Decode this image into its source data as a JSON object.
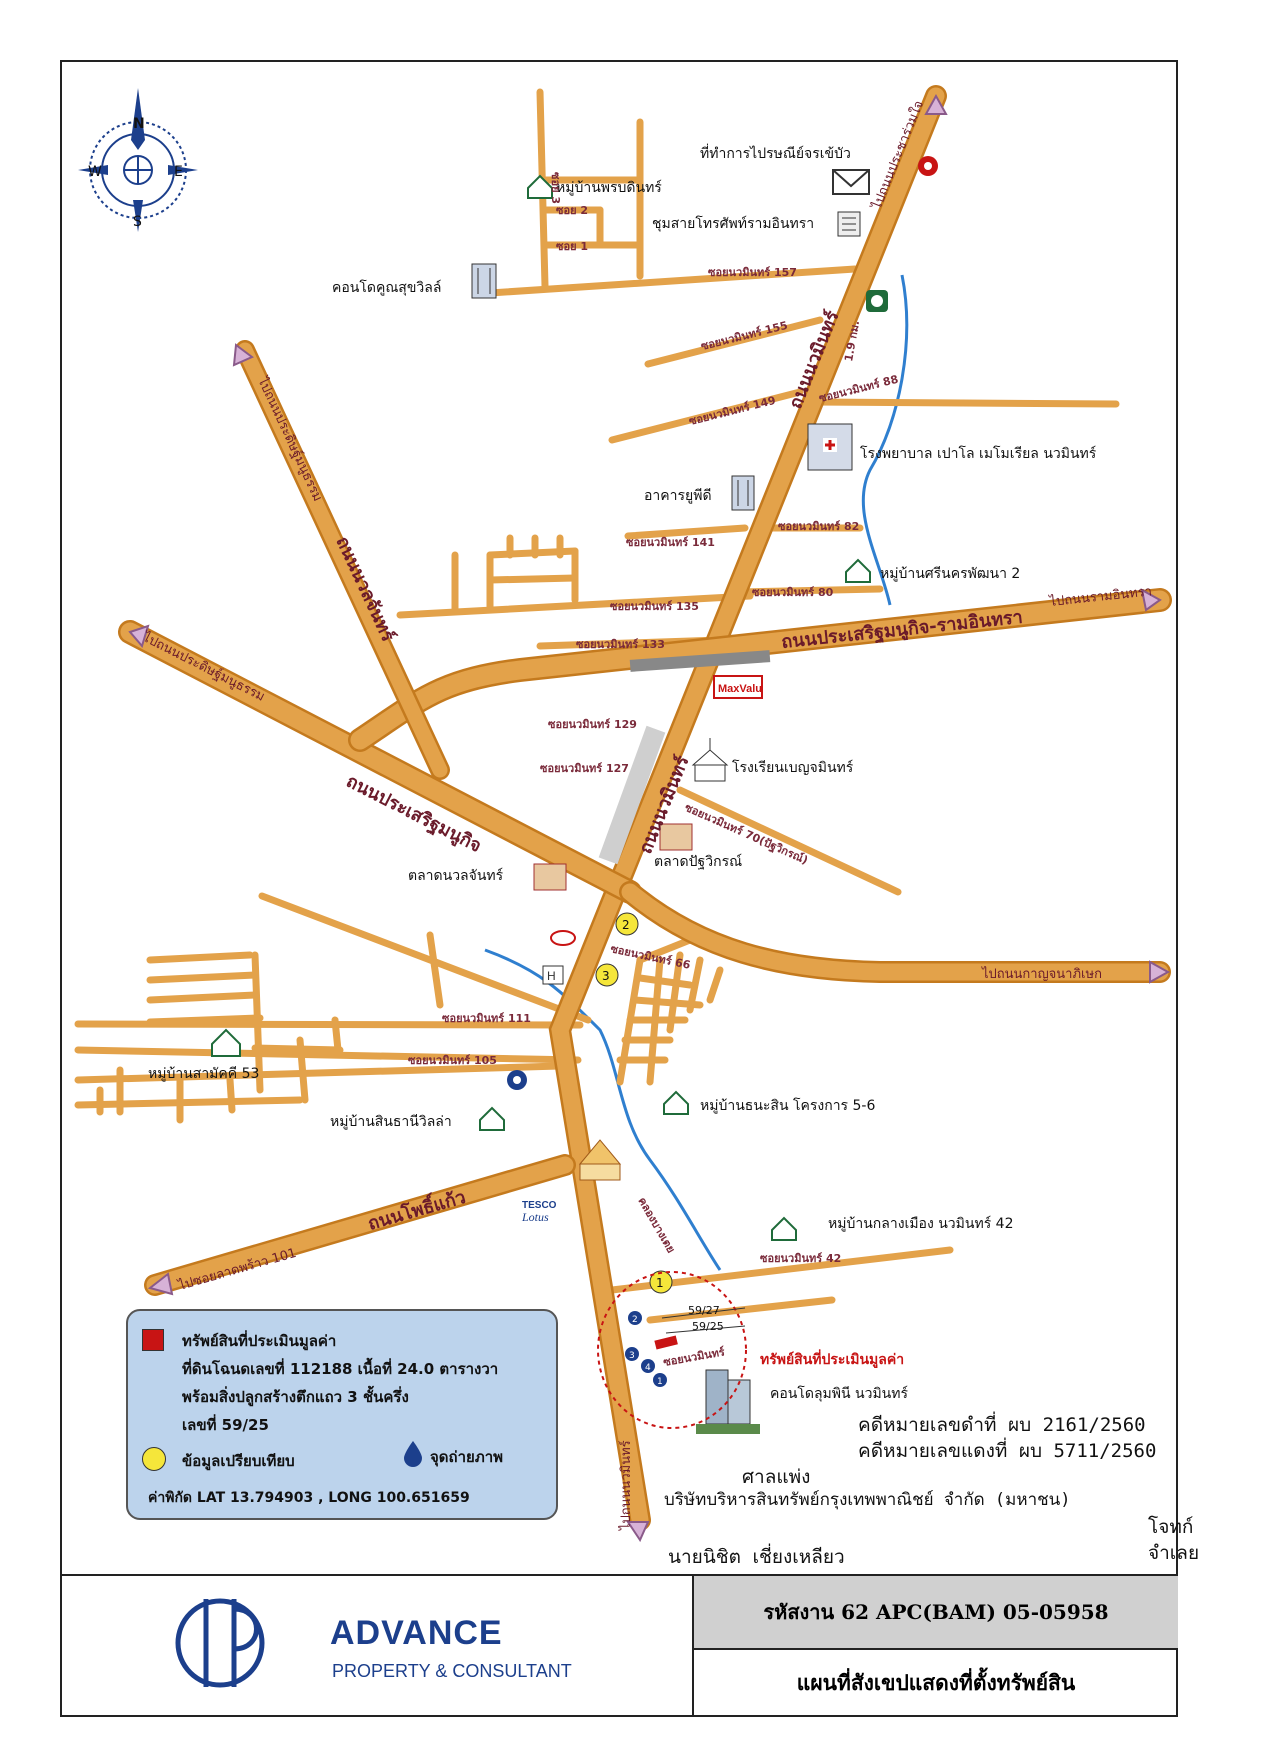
{
  "compass": {
    "n": "N",
    "s": "S",
    "e": "E",
    "w": "W"
  },
  "main_roads": {
    "nawamin": "ถนนนวมินทร์",
    "prasert": "ถนนประเสริฐมนูกิจ",
    "prasert_ramintra": "ถนนประเสริฐมนูกิจ-รามอินทรา",
    "nuanchan": "ถนนนวลจันทร์",
    "phokaeo": "ถนนโพธิ์แก้ว"
  },
  "directions": {
    "to_pracharuam": "ไปถนนประชาร่วมใจ",
    "to_pracha_uthit": "ไปถนนประดิษฐ์มนูธรรม",
    "to_pracha_uthit_left": "ไปถนนประดิษฐ์มนูธรรม",
    "to_ramintra": "ไปถนนรามอินทรา",
    "to_kanchanaphisek": "ไปถนนกาญจนาภิเษก",
    "to_ladprao": "ไปซอยลาดพร้าว 101",
    "to_south": "ไปถนนนวมินทร์"
  },
  "sois": {
    "s157": "ซอยนวมินทร์ 157",
    "s155": "ซอยนวมินทร์ 155",
    "s149": "ซอยนวมินทร์ 149",
    "s88": "ซอยนวมินทร์ 88",
    "s141": "ซอยนวมินทร์ 141",
    "s82": "ซอยนวมินทร์ 82",
    "s135": "ซอยนวมินทร์ 135",
    "s80": "ซอยนวมินทร์ 80",
    "s133": "ซอยนวมินทร์ 133",
    "s129": "ซอยนวมินทร์ 129",
    "s127": "ซอยนวมินทร์ 127",
    "s70": "ซอยนวมินทร์ 70(ปัฐวิกรณ์)",
    "s66": "ซอยนวมินทร์ 66",
    "s111": "ซอยนวมินทร์ 111",
    "s105": "ซอยนวมินทร์ 105",
    "s42": "ซอยนวมินทร์ 42",
    "subject_soi": "ซอยนวมินทร์",
    "soi3": "ซอย 3",
    "soi2": "ซอย 2",
    "soi1": "ซอย 1",
    "km": "1.9 กม."
  },
  "places": {
    "post_office": "ที่ทำการไปรษณีย์จรเข้บัว",
    "village_pornbadin": "หมู่บ้านพรบดินทร์",
    "phone_exchange": "ชุมสายโทรศัพท์รามอินทรา",
    "condo_kunsuk": "คอนโดคูณสุขวิลล์",
    "hospital": "โรงพยาบาล เปาโล เมโมเรียล นวมินทร์",
    "yupd": "อาคารยูพีดี",
    "village_srinakhon": "หมู่บ้านศรีนครพัฒนา 2",
    "maxvalu": "MaxValu",
    "school": "โรงเรียนเบญจมินทร์",
    "market_pattawikorn": "ตลาดปัฐวิกรณ์",
    "market_nuanchan": "ตลาดนวลจันทร์",
    "village_sammakkhi": "หมู่บ้านสามัคคี 53",
    "village_thanasin": "หมู่บ้านธนะสิน โครงการ 5-6",
    "village_sinthani": "หมู่บ้านสินธานีวิลล่า",
    "tesco": "TESCO",
    "tesco_sub": "Lotus",
    "village_klangmuang": "หมู่บ้านกลางเมือง นวมินทร์ 42",
    "canal": "คลองบางเตย",
    "condo_lumpini": "คอนโดลุมพินี นวมินทร์",
    "subject_label": "ทรัพย์สินที่ประเมินมูลค่า",
    "plot_a": "59/27",
    "plot_b": "59/25"
  },
  "photo_points": [
    "1",
    "2",
    "3"
  ],
  "direction_points": [
    "1",
    "2",
    "3",
    "4"
  ],
  "legend": {
    "title": "ทรัพย์สินที่ประเมินมูลค่า",
    "line1": "ที่ดินโฉนดเลขที่ 112188 เนื้อที่ 24.0 ตารางวา",
    "line2": "พร้อมสิ่งปลูกสร้างตึกแถว 3 ชั้นครึ่ง",
    "line3": "เลขที่ 59/25",
    "compare": "ข้อมูลเปรียบเทียบ",
    "photo": "จุดถ่ายภาพ",
    "coords": "ค่าพิกัด LAT 13.794903 , LONG 100.651659"
  },
  "stamp": {
    "line1": "คดีหมายเลขดำที่ ผบ 2161/2560",
    "line2": "คดีหมายเลขแดงที่ ผบ 5711/2560",
    "line3": "ศาลแพ่ง",
    "line4": "บริษัทบริหารสินทรัพย์กรุงเทพพาณิชย์ จำกัด (มหาชน)",
    "line5": "โจทก์",
    "line6": "นายนิชิต เชี่ยงเหลียว",
    "line7": "จำเลย"
  },
  "footer": {
    "brand": "ADVANCE",
    "brand_sub": "PROPERTY & CONSULTANT",
    "code": "รหัสงาน 62 APC(BAM) 05-05958",
    "map_title": "แผนที่สังเขปแสดงที่ตั้งทรัพย์สิน"
  },
  "colors": {
    "road": "#e3a24a",
    "road_edge": "#c47a1e",
    "water": "#2f7fcf",
    "subject": "#c81414",
    "compare_point": "#f5e63a",
    "legend_bg": "#bcd3ec",
    "brand": "#1c3f8c"
  }
}
